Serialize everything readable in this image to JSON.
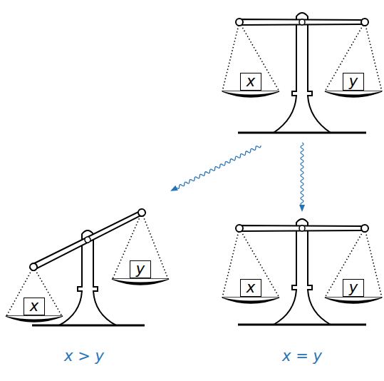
{
  "diagram": {
    "nodes": [
      {
        "text": [
          "x"
        ]
      },
      {
        "text": [
          "y"
        ]
      },
      {
        "text": [
          "x"
        ]
      },
      {
        "text": [
          "y"
        ]
      },
      {
        "text": [
          "x"
        ]
      },
      {
        "text": [
          "y"
        ]
      }
    ],
    "labels": [
      "x > y",
      "x = y"
    ]
  }
}
